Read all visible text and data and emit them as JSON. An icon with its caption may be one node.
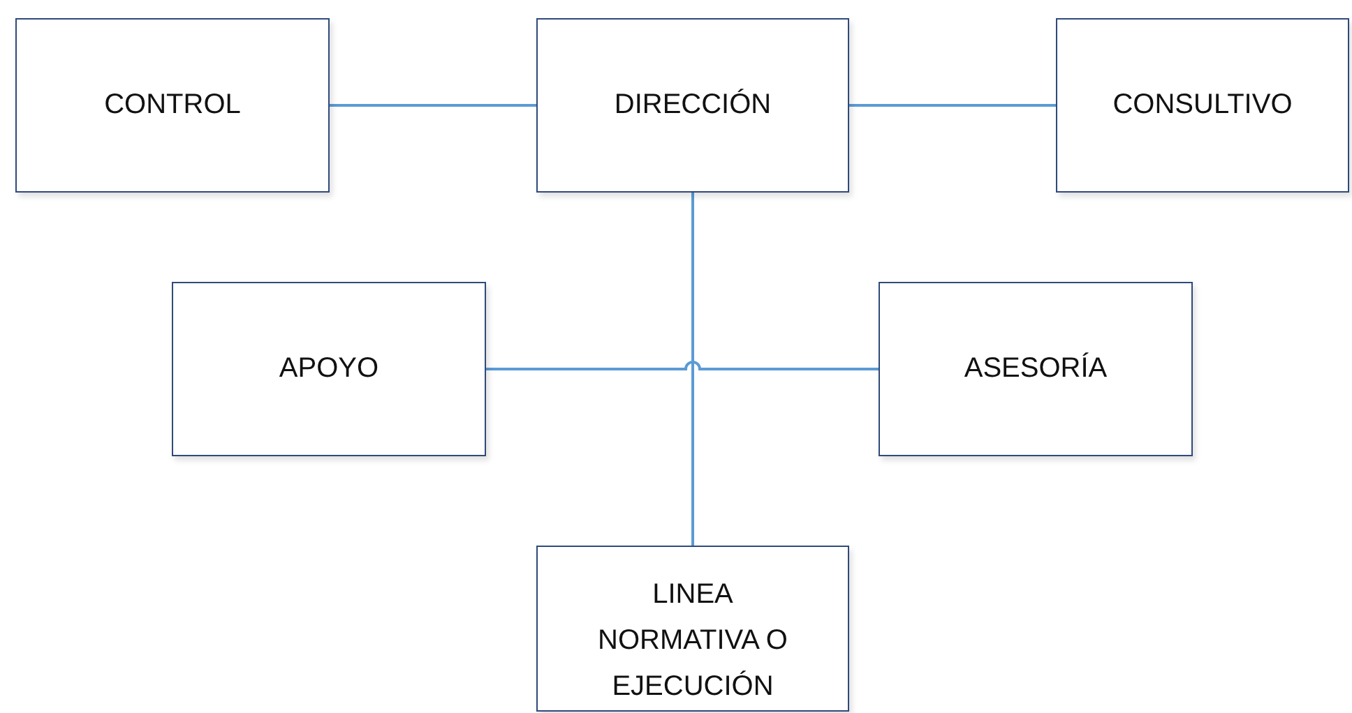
{
  "diagram": {
    "nodes": [
      {
        "text": [
          "CONTROL"
        ]
      },
      {
        "text": [
          "DIRECCIÓN"
        ]
      },
      {
        "text": [
          "CONSULTIVO"
        ]
      },
      {
        "text": [
          "APOYO"
        ]
      },
      {
        "text": [
          "ASESORÍA"
        ]
      },
      {
        "text": [
          "LINEA NORMATIVA O EJECUCIÓN"
        ]
      }
    ],
    "edges": [
      {
        "from": 1,
        "to": 0,
        "arrow": "none"
      },
      {
        "from": 1,
        "to": 2,
        "arrow": "none"
      },
      {
        "from": 1,
        "to": 5,
        "arrow": "none"
      },
      {
        "from": 3,
        "to": 4,
        "arrow": "none"
      }
    ]
  }
}
